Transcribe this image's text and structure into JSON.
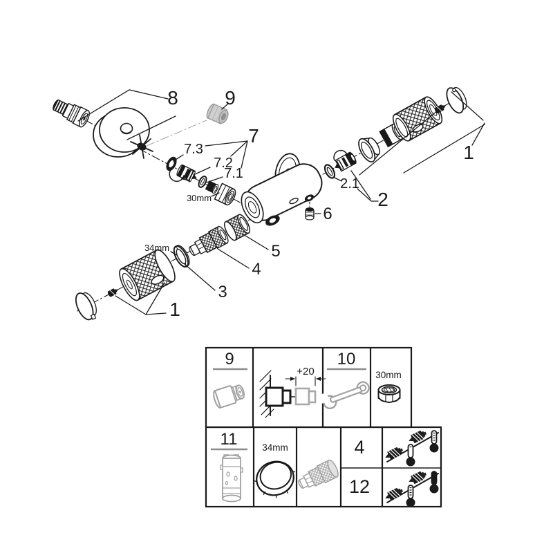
{
  "colors": {
    "line": "#1a1a1a",
    "grey_part": "#9b9b9b",
    "grey_icon": "#a0a0a0",
    "underline": "#8c8c8c",
    "background": "#ffffff"
  },
  "exploded_view": {
    "callouts": {
      "p8": "8",
      "p9": "9",
      "p7": "7",
      "p7_3": "7.3",
      "p7_2": "7.2",
      "p7_1": "7.1",
      "dim_30mm": "30mm",
      "p2_1": "2.1",
      "p2": "2",
      "p1_right": "1",
      "p6": "6",
      "p5": "5",
      "p4": "4",
      "p3": "3",
      "dim_34mm": "34mm",
      "p1_left": "1"
    },
    "icons": [
      "s-union-connector-icon",
      "escutcheon-disc-icon",
      "seal-star-icon",
      "extension-cap-icon",
      "gasket-icon",
      "check-valve-icon",
      "o-ring-icon",
      "adapter-sleeve-icon",
      "union-nut-icon",
      "mixer-body-icon",
      "wall-disc-icon",
      "outlet-screw-icon",
      "stop-ring-icon",
      "thermostatic-cartridge-icon",
      "handle-ring-icon",
      "temperature-handle-icon",
      "handle-screw-icon",
      "handle-cap-icon"
    ]
  },
  "parts_table": {
    "row1": {
      "c1_ref": "9",
      "c2_dim": "+20",
      "c3_ref": "10",
      "c4_dim": "30mm"
    },
    "row2": {
      "c1_ref": "11",
      "c2_dim": "34mm",
      "c4a_ref": "4",
      "c4b_ref": "12"
    }
  }
}
